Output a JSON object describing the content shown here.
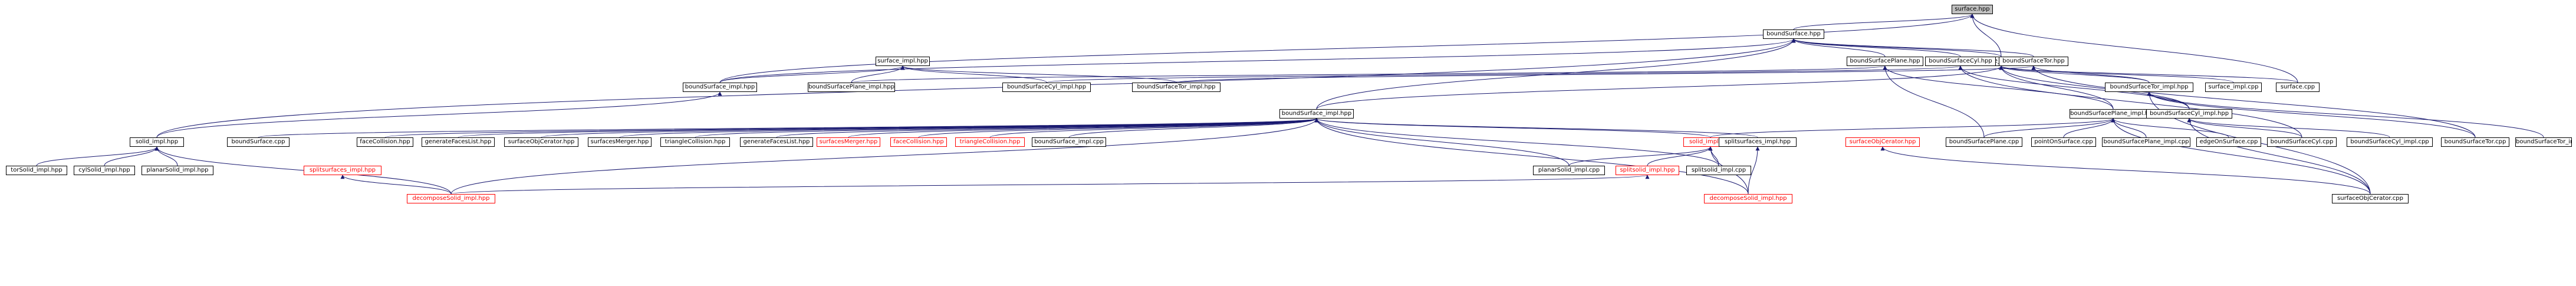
{
  "diagram": {
    "colors": {
      "edge": "#191970",
      "node_border": "#000000",
      "root_fill": "#bfbfbf",
      "missing_border": "#ff0000",
      "background": "#ffffff"
    },
    "nodes": [
      {
        "id": "surface_hpp",
        "label": "surface.hpp",
        "root": true
      },
      {
        "id": "boundSurface_hpp",
        "label": "boundSurface.hpp"
      },
      {
        "id": "surface_impl_hpp",
        "label": "surface_impl.hpp"
      },
      {
        "id": "surface_impl_hpp2",
        "label": "surface_impl.hpp"
      },
      {
        "id": "boundSurfacePlane_hpp",
        "label": "boundSurfacePlane.hpp"
      },
      {
        "id": "boundSurfaceCyl_hpp",
        "label": "boundSurfaceCyl.hpp"
      },
      {
        "id": "boundSurfaceTor_hpp",
        "label": "boundSurfaceTor.hpp"
      },
      {
        "id": "boundSurface_impl_hpp_top",
        "label": "boundSurface_impl.hpp"
      },
      {
        "id": "boundSurfacePlane_impl_hpp_top",
        "label": "boundSurfacePlane_impl.hpp"
      },
      {
        "id": "boundSurfaceTor_impl_hpp_l",
        "label": "boundSurfaceTor_impl.hpp"
      },
      {
        "id": "boundSurfaceCyl_impl_hpp_l",
        "label": "boundSurfaceCyl_impl.hpp"
      },
      {
        "id": "boundSurfaceTor_impl_hpp_r",
        "label": "boundSurfaceTor_impl.hpp"
      },
      {
        "id": "surface_impl_cpp",
        "label": "surface_impl.cpp"
      },
      {
        "id": "surface_cpp",
        "label": "surface.cpp"
      },
      {
        "id": "boundSurface_impl_hpp",
        "label": "boundSurface_impl.hpp"
      },
      {
        "id": "boundSurfacePlane_impl_hpp",
        "label": "boundSurfacePlane_impl.hpp"
      },
      {
        "id": "boundSurfaceCyl_impl_hpp",
        "label": "boundSurfaceCyl_impl.hpp"
      },
      {
        "id": "solid_impl_hpp",
        "label": "solid_impl.hpp"
      },
      {
        "id": "boundSurface_cpp",
        "label": "boundSurface.cpp"
      },
      {
        "id": "faceCollision_hpp",
        "label": "faceCollision.hpp"
      },
      {
        "id": "generateFacesList_hpp",
        "label": "generateFacesList.hpp"
      },
      {
        "id": "surfaceObjCerator_hpp",
        "label": "surfaceObjCerator.hpp"
      },
      {
        "id": "surfacesMerger_hpp",
        "label": "surfacesMerger.hpp"
      },
      {
        "id": "triangleCollision_hpp",
        "label": "triangleCollision.hpp"
      },
      {
        "id": "generateFacesList_hpp2",
        "label": "generateFacesList.hpp"
      },
      {
        "id": "surfacesMerger_hpp_red",
        "label": "surfacesMerger.hpp",
        "red": true
      },
      {
        "id": "faceCollision_hpp_red",
        "label": "faceCollision.hpp",
        "red": true
      },
      {
        "id": "triangleCollision_hpp_red",
        "label": "triangleCollision.hpp",
        "red": true
      },
      {
        "id": "boundSurface_impl_cpp",
        "label": "boundSurface_impl.cpp"
      },
      {
        "id": "solid_impl_hpp_red",
        "label": "solid_impl.hpp",
        "red": true
      },
      {
        "id": "splitsurfaces_impl_hpp_r",
        "label": "splitsurfaces_impl.hpp"
      },
      {
        "id": "surfaceObjCerator_hpp_red",
        "label": "surfaceObjCerator.hpp",
        "red": true
      },
      {
        "id": "boundSurfacePlane_cpp",
        "label": "boundSurfacePlane.cpp"
      },
      {
        "id": "pointOnSurface_cpp",
        "label": "pointOnSurface.cpp"
      },
      {
        "id": "boundSurfacePlane_impl_cpp",
        "label": "boundSurfacePlane_impl.cpp"
      },
      {
        "id": "edgeOnSurface_cpp",
        "label": "edgeOnSurface.cpp"
      },
      {
        "id": "boundSurfaceCyl_cpp",
        "label": "boundSurfaceCyl.cpp"
      },
      {
        "id": "boundSurfaceCyl_impl_cpp",
        "label": "boundSurfaceCyl_impl.cpp"
      },
      {
        "id": "boundSurfaceTor_cpp",
        "label": "boundSurfaceTor.cpp"
      },
      {
        "id": "boundSurfaceTor_impl_cpp",
        "label": "boundSurfaceTor_impl.cpp"
      },
      {
        "id": "torSolid_impl_hpp",
        "label": "torSolid_impl.hpp"
      },
      {
        "id": "cylSolid_impl_hpp",
        "label": "cylSolid_impl.hpp"
      },
      {
        "id": "planarSolid_impl_hpp",
        "label": "planarSolid_impl.hpp"
      },
      {
        "id": "splitsurfaces_impl_hpp_red",
        "label": "splitsurfaces_impl.hpp",
        "red": true
      },
      {
        "id": "planarSolid_impl_cpp",
        "label": "planarSolid_impl.cpp"
      },
      {
        "id": "splitsolid_impl_hpp_red",
        "label": "splitsolid_impl.hpp",
        "red": true
      },
      {
        "id": "splitsolid_impl_cpp",
        "label": "splitsolid_impl.cpp"
      },
      {
        "id": "decomposeSolid_impl_hpp_l",
        "label": "decomposeSolid_impl.hpp",
        "red": true
      },
      {
        "id": "decomposeSolid_impl_hpp_r",
        "label": "decomposeSolid_impl.hpp",
        "red": true
      },
      {
        "id": "surfaceObjCerator_cpp",
        "label": "surfaceObjCerator.cpp"
      }
    ],
    "edges": [
      [
        "boundSurface_hpp",
        "surface_hpp"
      ],
      [
        "surface_impl_hpp2",
        "surface_hpp"
      ],
      [
        "surface_cpp",
        "surface_hpp"
      ],
      [
        "boundSurface_impl_hpp_top",
        "surface_hpp"
      ],
      [
        "boundSurfacePlane_hpp",
        "boundSurface_hpp"
      ],
      [
        "boundSurfaceCyl_hpp",
        "boundSurface_hpp"
      ],
      [
        "boundSurfaceTor_hpp",
        "boundSurface_hpp"
      ],
      [
        "boundSurface_impl_hpp",
        "boundSurface_hpp"
      ],
      [
        "surface_impl_hpp2",
        "boundSurface_hpp"
      ],
      [
        "boundSurface_impl_hpp_top",
        "boundSurface_hpp"
      ],
      [
        "solid_impl_hpp",
        "boundSurface_hpp"
      ],
      [
        "boundSurface_impl_hpp_top",
        "surface_impl_hpp"
      ],
      [
        "boundSurfacePlane_impl_hpp_top",
        "surface_impl_hpp"
      ],
      [
        "boundSurfaceCyl_impl_hpp_l",
        "surface_impl_hpp"
      ],
      [
        "boundSurfaceTor_impl_hpp_l",
        "surface_impl_hpp"
      ],
      [
        "boundSurfacePlane_impl_hpp",
        "surface_impl_hpp2"
      ],
      [
        "boundSurfaceCyl_impl_hpp",
        "surface_impl_hpp2"
      ],
      [
        "boundSurfaceTor_impl_hpp_r",
        "surface_impl_hpp2"
      ],
      [
        "surface_impl_cpp",
        "surface_impl_hpp2"
      ],
      [
        "surface_cpp",
        "surface_impl_hpp2"
      ],
      [
        "boundSurface_impl_hpp",
        "surface_impl_hpp2"
      ],
      [
        "boundSurfacePlane_impl_hpp",
        "boundSurfacePlane_hpp"
      ],
      [
        "boundSurfacePlane_cpp",
        "boundSurfacePlane_hpp"
      ],
      [
        "boundSurfacePlane_impl_hpp_top",
        "boundSurfacePlane_hpp"
      ],
      [
        "boundSurfaceCyl_impl_hpp",
        "boundSurfaceCyl_hpp"
      ],
      [
        "boundSurfaceCyl_cpp",
        "boundSurfaceCyl_hpp"
      ],
      [
        "boundSurfaceCyl_impl_hpp_l",
        "boundSurfaceCyl_hpp"
      ],
      [
        "boundSurfaceTor_impl_hpp_r",
        "boundSurfaceTor_hpp"
      ],
      [
        "boundSurfaceTor_cpp",
        "boundSurfaceTor_hpp"
      ],
      [
        "boundSurfaceTor_impl_hpp_l",
        "boundSurfaceTor_hpp"
      ],
      [
        "solid_impl_hpp",
        "boundSurface_impl_hpp_top"
      ],
      [
        "boundSurface_cpp",
        "boundSurface_impl_hpp"
      ],
      [
        "faceCollision_hpp",
        "boundSurface_impl_hpp"
      ],
      [
        "generateFacesList_hpp",
        "boundSurface_impl_hpp"
      ],
      [
        "surfaceObjCerator_hpp",
        "boundSurface_impl_hpp"
      ],
      [
        "surfacesMerger_hpp",
        "boundSurface_impl_hpp"
      ],
      [
        "triangleCollision_hpp",
        "boundSurface_impl_hpp"
      ],
      [
        "generateFacesList_hpp2",
        "boundSurface_impl_hpp"
      ],
      [
        "surfacesMerger_hpp_red",
        "boundSurface_impl_hpp"
      ],
      [
        "faceCollision_hpp_red",
        "boundSurface_impl_hpp"
      ],
      [
        "triangleCollision_hpp_red",
        "boundSurface_impl_hpp"
      ],
      [
        "boundSurface_impl_cpp",
        "boundSurface_impl_hpp"
      ],
      [
        "solid_impl_hpp_red",
        "boundSurface_impl_hpp"
      ],
      [
        "splitsurfaces_impl_hpp_r",
        "boundSurface_impl_hpp"
      ],
      [
        "planarSolid_impl_cpp",
        "boundSurface_impl_hpp"
      ],
      [
        "splitsolid_impl_cpp",
        "boundSurface_impl_hpp"
      ],
      [
        "decomposeSolid_impl_hpp_l",
        "boundSurface_impl_hpp"
      ],
      [
        "decomposeSolid_impl_hpp_r",
        "boundSurface_impl_hpp"
      ],
      [
        "boundSurfacePlane_cpp",
        "boundSurfacePlane_impl_hpp"
      ],
      [
        "pointOnSurface_cpp",
        "boundSurfacePlane_impl_hpp"
      ],
      [
        "boundSurfacePlane_impl_cpp",
        "boundSurfacePlane_impl_hpp"
      ],
      [
        "edgeOnSurface_cpp",
        "boundSurfacePlane_impl_hpp"
      ],
      [
        "surfaceObjCerator_cpp",
        "boundSurfacePlane_impl_hpp"
      ],
      [
        "solid_impl_hpp_red",
        "boundSurfacePlane_impl_hpp"
      ],
      [
        "boundSurfaceCyl_cpp",
        "boundSurfaceCyl_impl_hpp"
      ],
      [
        "boundSurfaceCyl_impl_cpp",
        "boundSurfaceCyl_impl_hpp"
      ],
      [
        "surfaceObjCerator_cpp",
        "boundSurfaceCyl_impl_hpp"
      ],
      [
        "boundSurfaceTor_cpp",
        "boundSurfaceTor_impl_hpp_r"
      ],
      [
        "boundSurfaceTor_impl_cpp",
        "boundSurfaceTor_impl_hpp_r"
      ],
      [
        "surfaceObjCerator_cpp",
        "boundSurfaceTor_impl_hpp_r"
      ],
      [
        "torSolid_impl_hpp",
        "solid_impl_hpp"
      ],
      [
        "cylSolid_impl_hpp",
        "solid_impl_hpp"
      ],
      [
        "planarSolid_impl_hpp",
        "solid_impl_hpp"
      ],
      [
        "splitsolid_impl_hpp_red",
        "solid_impl_hpp_red"
      ],
      [
        "splitsolid_impl_cpp",
        "solid_impl_hpp_red"
      ],
      [
        "decomposeSolid_impl_hpp_r",
        "solid_impl_hpp_red"
      ],
      [
        "planarSolid_impl_cpp",
        "solid_impl_hpp_red"
      ],
      [
        "decomposeSolid_impl_hpp_l",
        "splitsurfaces_impl_hpp_red"
      ],
      [
        "decomposeSolid_impl_hpp_l",
        "splitsolid_impl_hpp_red"
      ],
      [
        "decomposeSolid_impl_hpp_r",
        "splitsurfaces_impl_hpp_r"
      ],
      [
        "surfaceObjCerator_cpp",
        "surfaceObjCerator_hpp_red"
      ],
      [
        "decomposeSolid_impl_hpp_l",
        "solid_impl_hpp"
      ]
    ]
  }
}
